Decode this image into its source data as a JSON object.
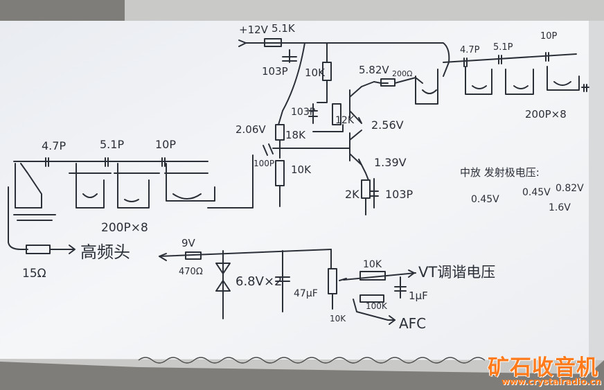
{
  "labels": {
    "supply_voltage": "+12V",
    "r_top": "5.1K",
    "c_top": "103P",
    "r_bias": "10K",
    "v_collector": "5.82V",
    "r_series": "200Ω",
    "c_emit": "103P",
    "r_12k": "12K",
    "v_base2": "2.56V",
    "v_base1": "2.06V",
    "r_18k": "18K",
    "c_in": "100P",
    "r_10k_base": "10K",
    "v_emitter": "1.39V",
    "r_emit": "2K",
    "c_emit2": "103P",
    "left_c1": "4.7P",
    "left_c2": "5.1P",
    "left_c3": "10P",
    "left_array": "200P×8",
    "right_c1": "4.7P",
    "right_c2": "5.1P",
    "right_c3": "10P",
    "right_array": "200P×8",
    "r_speaker": "15Ω",
    "speaker": "高频头",
    "supply_9v": "9V",
    "r_470": "470Ω",
    "zener": "6.8V×2",
    "c_47": "47μF",
    "pot": "10K",
    "r_10k_vt": "10K",
    "vt_label": "VT调谐电压",
    "r_100k": "100K",
    "c_1uf": "1μF",
    "afc": "AFC",
    "note_title": "中放 发射极电压:",
    "note_v1": "0.45V",
    "note_v2": "0.45V",
    "note_v3": "0.82V",
    "note_v4": "1.6V"
  },
  "watermark": {
    "title": "矿石收音机",
    "url": "www.crystalradio.cn"
  },
  "colors": {
    "ink": "#2b2f38",
    "paper": "#f3f4f7",
    "watermark": "#ff7a1a"
  }
}
